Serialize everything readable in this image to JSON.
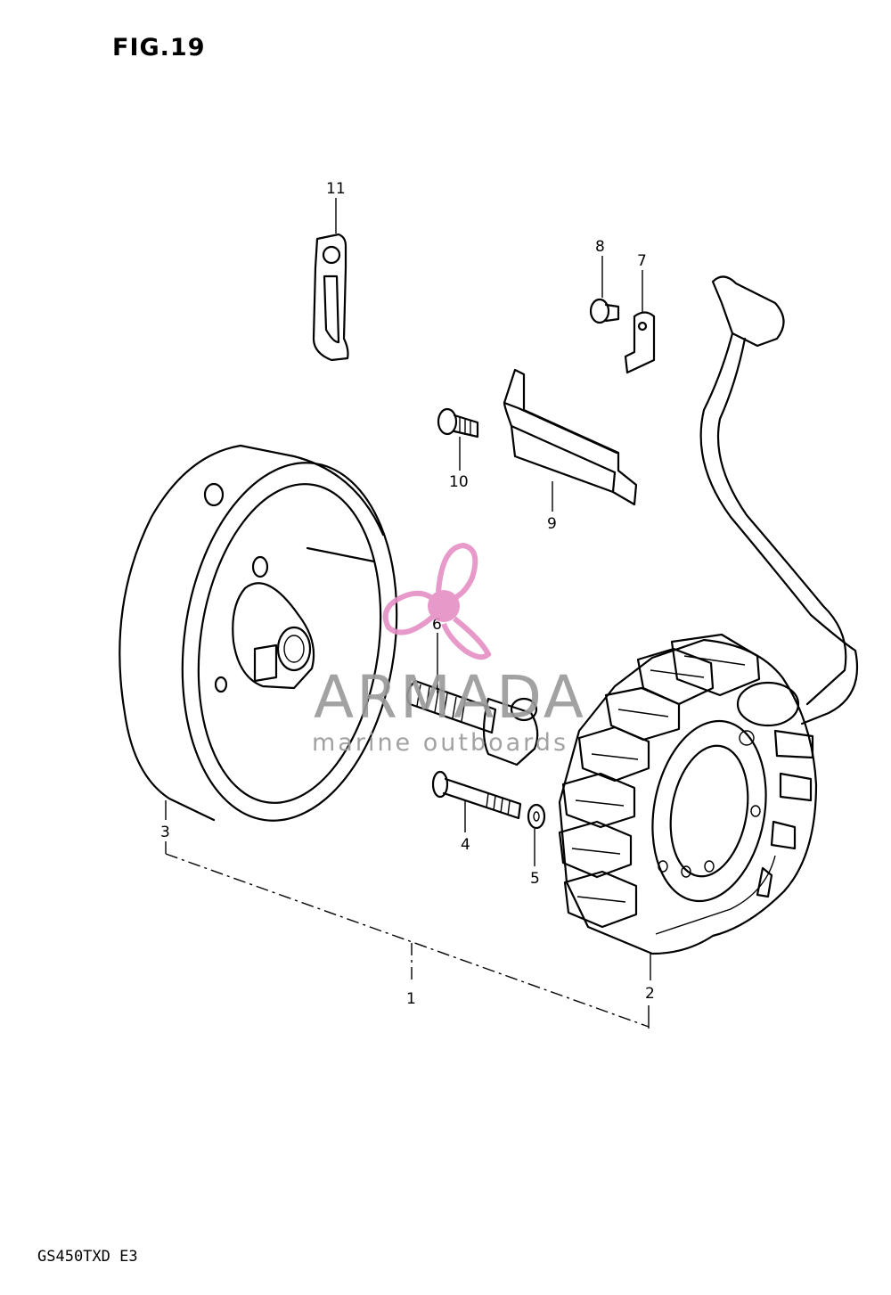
{
  "figure": {
    "title": "FIG.19",
    "model": "GS450TXD E3"
  },
  "parts": [
    {
      "label": "1"
    },
    {
      "label": "2"
    },
    {
      "label": "3"
    },
    {
      "label": "4"
    },
    {
      "label": "5"
    },
    {
      "label": "6"
    },
    {
      "label": "7"
    },
    {
      "label": "8"
    },
    {
      "label": "9"
    },
    {
      "label": "10"
    },
    {
      "label": "11"
    }
  ],
  "watermark": {
    "brand": "ARMADA",
    "tagline": "marine outboards",
    "color": "#e58fc4"
  }
}
